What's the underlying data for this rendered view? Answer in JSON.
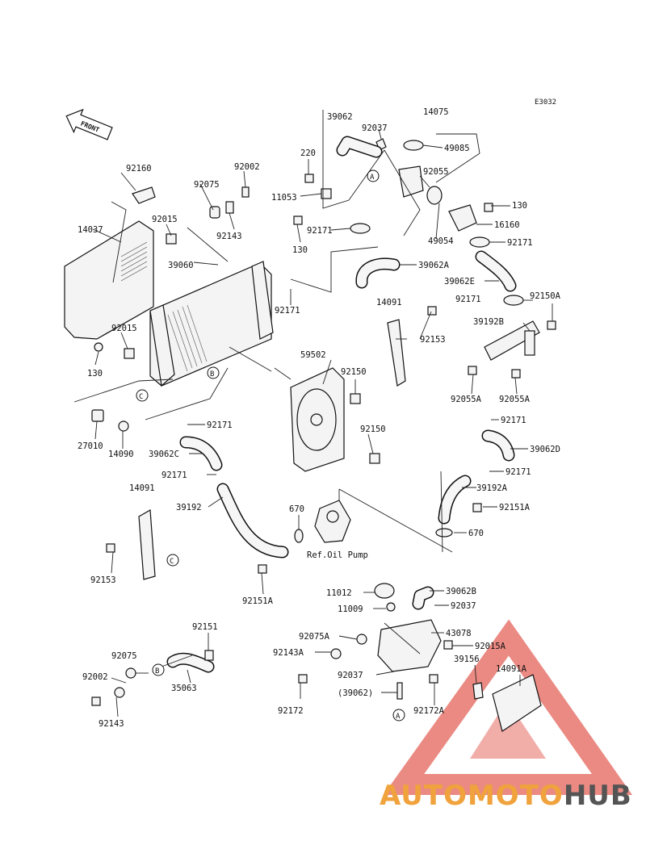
{
  "diagram_code": "E3032",
  "front_label": "FRONT",
  "subassembly_labels": {
    "oil_pump": "Ref.Oil Pump"
  },
  "callout_letters": {
    "a": "A",
    "b": "B",
    "c": "C"
  },
  "part_numbers": [
    "39062",
    "92037",
    "14075",
    "220",
    "49085",
    "92055",
    "11053",
    "130",
    "92171",
    "16160",
    "49054",
    "39062A",
    "39062E",
    "92160",
    "92002",
    "92075",
    "92143",
    "92015",
    "39060",
    "14037",
    "14091",
    "92153",
    "92150A",
    "39192B",
    "59502",
    "92150",
    "92055A",
    "27010",
    "14090",
    "39062C",
    "39062D",
    "39192A",
    "92151A",
    "670",
    "39192",
    "11012",
    "39062B",
    "11009",
    "43078",
    "92075A",
    "92143A",
    "92015A",
    "39156",
    "14091A",
    "92151",
    "35063",
    "(39062)",
    "92172",
    "92172A"
  ],
  "brand": {
    "text_a": "AUTOMOTO",
    "text_b": "HUB",
    "color_a": "#f0a23c",
    "color_b": "#545454",
    "logo_red": "#d92b1e"
  }
}
